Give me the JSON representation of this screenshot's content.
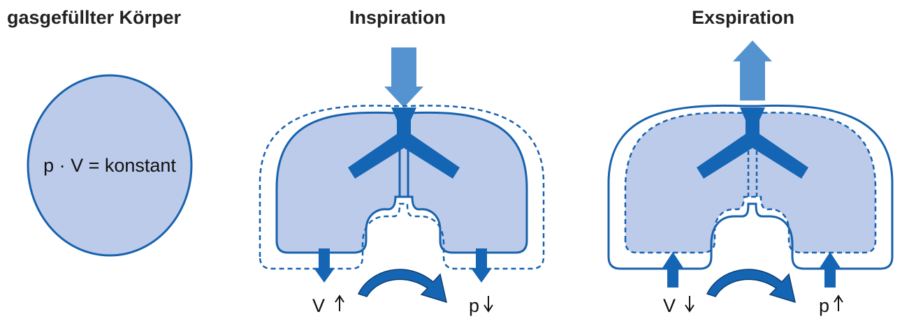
{
  "panels": {
    "body": {
      "title": "gasgefüllter Körper",
      "formula": "p · V = konstant"
    },
    "inspiration": {
      "title": "Inspiration",
      "volume_label": "V",
      "volume_arrow": "up",
      "pressure_label": "p",
      "pressure_arrow": "down"
    },
    "expiration": {
      "title": "Exspiration",
      "volume_label": "V",
      "volume_arrow": "down",
      "pressure_label": "p",
      "pressure_arrow": "up"
    }
  },
  "colors": {
    "lung_fill": "#bccbea",
    "outline": "#1862ad",
    "airflow_arrow": "#5593d0",
    "movement_arrow": "#1565b5",
    "text": "#222222"
  }
}
